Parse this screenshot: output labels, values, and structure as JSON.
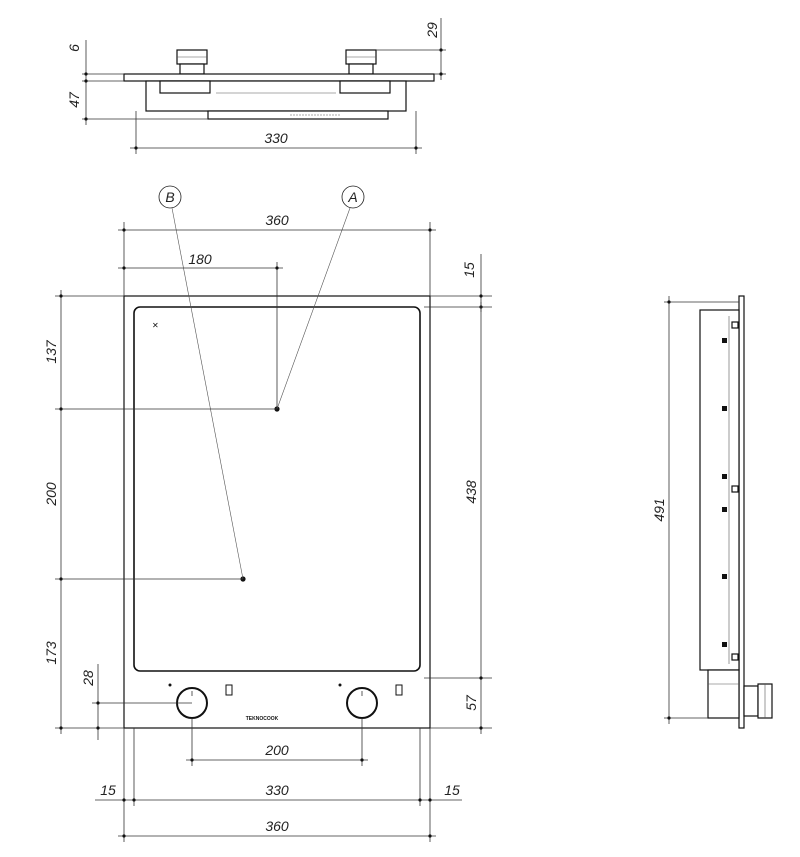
{
  "top_view": {
    "height_6": "6",
    "height_47": "47",
    "height_29": "29",
    "width_330": "330"
  },
  "front_view": {
    "callout_b": "B",
    "callout_a": "A",
    "width_360_top": "360",
    "offset_180": "180",
    "offset_15_right": "15",
    "left_137": "137",
    "left_200": "200",
    "left_173": "173",
    "left_28": "28",
    "right_438": "438",
    "right_57": "57",
    "knob_spacing_200": "200",
    "bottom_15_left": "15",
    "bottom_330": "330",
    "bottom_15_right": "15",
    "bottom_360": "360",
    "brand": "TEKNOCOOK"
  },
  "side_view": {
    "height_491": "491"
  }
}
